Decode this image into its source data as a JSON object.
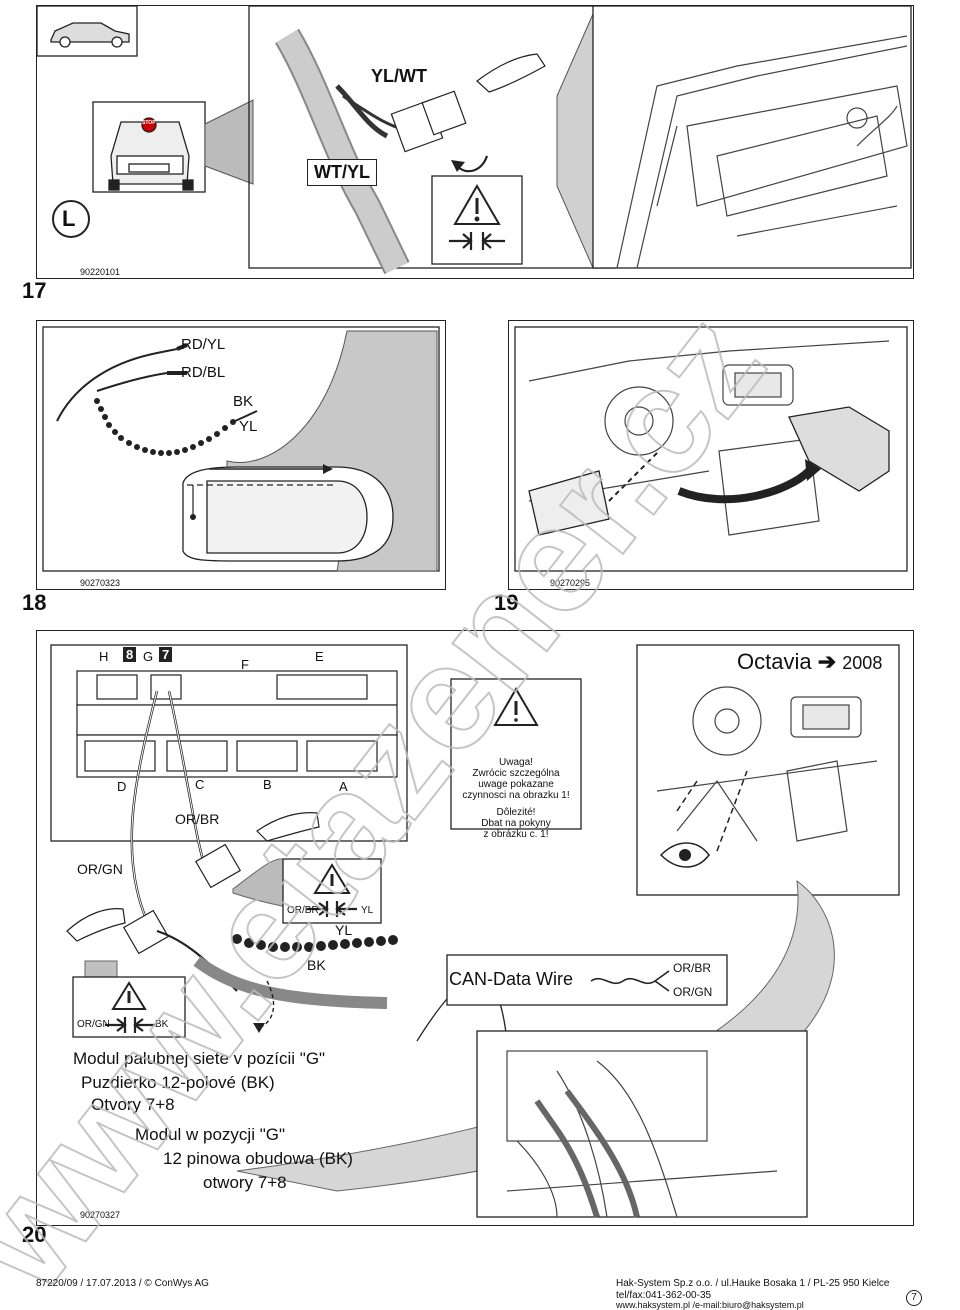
{
  "step17": {
    "number": "17",
    "code": "90220101",
    "side_label": "L",
    "wire_top": "YL/WT",
    "wire_bottom": "WT/YL",
    "stop_label": "STOP"
  },
  "step18": {
    "number": "18",
    "code": "90270323",
    "wire1": "RD/YL",
    "wire2": "RD/BL",
    "wire3": "BK",
    "wire4": "YL"
  },
  "step19": {
    "number": "19",
    "code": "90270295"
  },
  "step20": {
    "number": "20",
    "code": "90270327",
    "connectors": {
      "h": "H",
      "g": "G",
      "n8": "8",
      "n7": "7",
      "f": "F",
      "e": "E",
      "d": "D",
      "c": "C",
      "b": "B",
      "a": "A"
    },
    "wire_orbr": "OR/BR",
    "wire_orgn": "OR/GN",
    "warn_orbr": "OR/BR",
    "warn_yl": "YL",
    "twist_yl": "YL",
    "twist_bk": "BK",
    "warn2_orgn": "OR/GN",
    "warn2_bk": "BK",
    "warning": {
      "pl_title": "Uwaga!",
      "pl_l1": "Zwrócic szczególna",
      "pl_l2": "uwage pokazane",
      "pl_l3": "czynnosci na obrazku 1!",
      "sk_title": "Dôlezité!",
      "sk_l1": "Dbat na pokyny",
      "sk_l2": "z obrázku c. 1!"
    },
    "model": "Octavia",
    "year": "2008",
    "can_label": "CAN-Data Wire",
    "can_w1": "OR/BR",
    "can_w2": "OR/GN",
    "sk_text": [
      "Modul palubnej siete v pozícii \"G\"",
      "Puzdierko 12-polové (BK)",
      "Otvory 7+8"
    ],
    "pl_text": [
      "Modul w pozycji \"G\"",
      "12 pinowa obudowa (BK)",
      "otwory 7+8"
    ]
  },
  "footer": {
    "left": "87220/09 / 17.07.2013 / © ConWys AG",
    "company": "Hak-System Sp.z o.o. / ul.Hauke Bosaka 1 / PL-25 950 Kielce",
    "phone": "tel/fax:041-362-00-35",
    "web": "www.haksystem.pl /e-mail:biuro@haksystem.pl",
    "page": "7"
  },
  "watermark": "www.etazener.cz"
}
